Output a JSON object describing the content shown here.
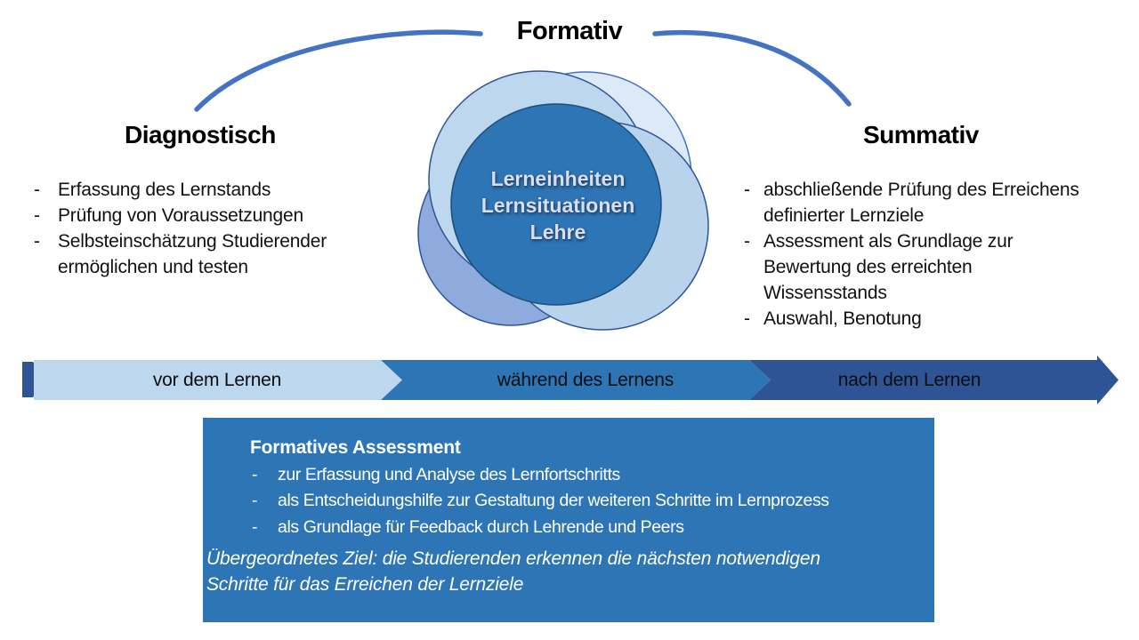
{
  "slide": {
    "top_title": "Formativ"
  },
  "bullet_marker": "-",
  "left_section": {
    "heading": "Diagnostisch",
    "bullets": [
      {
        "lines": [
          "Erfassung des Lernstands"
        ]
      },
      {
        "lines": [
          "Prüfung von Voraussetzungen"
        ]
      },
      {
        "lines": [
          "Selbsteinschätzung Studierender",
          "ermöglichen und testen"
        ]
      }
    ]
  },
  "right_section": {
    "heading": "Summativ",
    "bullets": [
      {
        "lines": [
          "abschließende Prüfung des Erreichens",
          "definierter Lernziele"
        ]
      },
      {
        "lines": [
          "Assessment als Grundlage zur",
          "Bewertung des erreichten",
          "Wissensstands"
        ]
      },
      {
        "lines": [
          "Auswahl, Benotung"
        ]
      }
    ]
  },
  "venn": {
    "lines": [
      "Lerneinheiten",
      "Lernsituationen",
      "Lehre"
    ]
  },
  "timeline": {
    "segments": [
      {
        "label": "vor dem Lernen",
        "color": "#BDD7EE"
      },
      {
        "label": "während des Lernens",
        "color": "#2E75B6"
      },
      {
        "label": "nach dem Lernen",
        "color": "#2F5496"
      }
    ],
    "tail_color": "#2F5496"
  },
  "bottom_box": {
    "title": "Formatives Assessment",
    "bullets": [
      "zur Erfassung und Analyse des Lernfortschritts",
      "als Entscheidungshilfe zur Gestaltung der weiteren Schritte im Lernprozess",
      "als Grundlage für Feedback durch Lehrende und Peers"
    ],
    "goal_lines": [
      "Übergeordnetes Ziel: die Studierenden erkennen die nächsten notwendigen",
      "Schritte für das Erreichen der Lernziele"
    ]
  },
  "colors": {
    "arc": "#4472C4",
    "band_light": "#BDD7EE",
    "band_mid": "#2E75B6",
    "band_dark": "#2F5496",
    "band_tail": "#2F5496",
    "circle_top_left": "#BDD7EE",
    "circle_top_right": "#DCE9F6",
    "circle_bottom_left": "#8FAADC",
    "circle_bottom_right": "#B9D3EC",
    "circle_center": "#2E75B6",
    "circle_stroke": "#2F5496",
    "circle_stroke_light": "#4472C4",
    "circle_center_stroke": "#1F4E79",
    "box_bg": "#2E75B6"
  }
}
